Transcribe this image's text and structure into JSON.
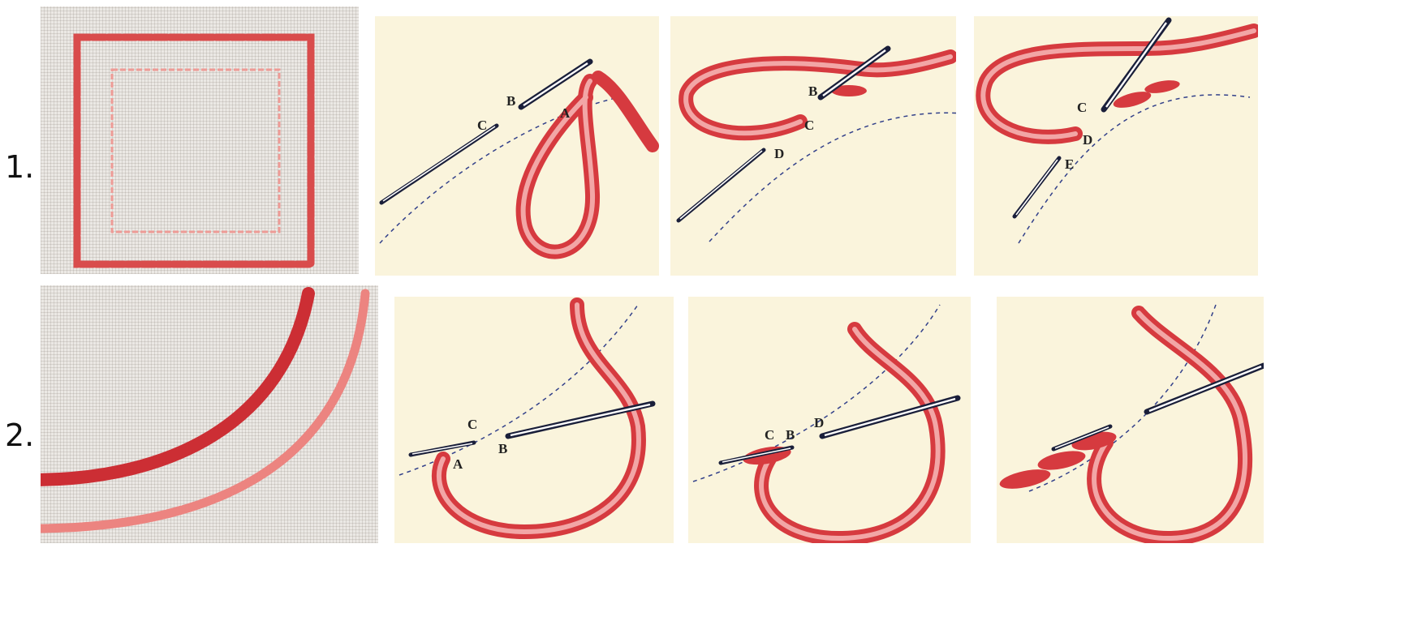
{
  "rows": [
    {
      "number": "1."
    },
    {
      "number": "2."
    }
  ],
  "row1_labels": {
    "step1": [
      "C",
      "B",
      "A"
    ],
    "step2": [
      "B",
      "C",
      "D"
    ],
    "step3": [
      "C",
      "D",
      "E"
    ]
  },
  "row2_labels": {
    "step1": [
      "C",
      "B",
      "A"
    ],
    "step2": [
      "C",
      "B",
      "D"
    ]
  },
  "colors": {
    "thread_dark": "#d63a3f",
    "thread_light": "#ea7a7a",
    "thread_pale": "#f2a6a6",
    "paper": "#faf4dc",
    "needle": "#1a1f3a"
  }
}
